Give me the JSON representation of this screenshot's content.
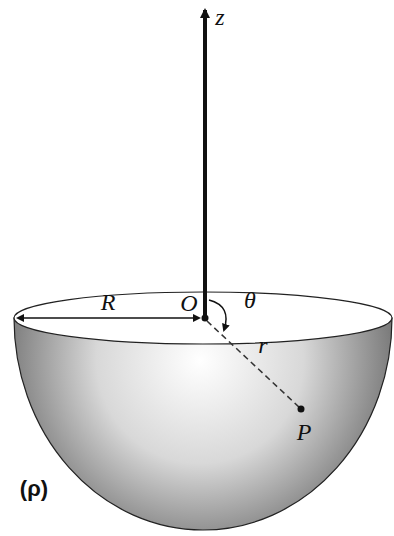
{
  "diagram": {
    "labels": [
      "z",
      "R",
      "O",
      "θ",
      "r",
      "P",
      "(ρ)"
    ]
  }
}
